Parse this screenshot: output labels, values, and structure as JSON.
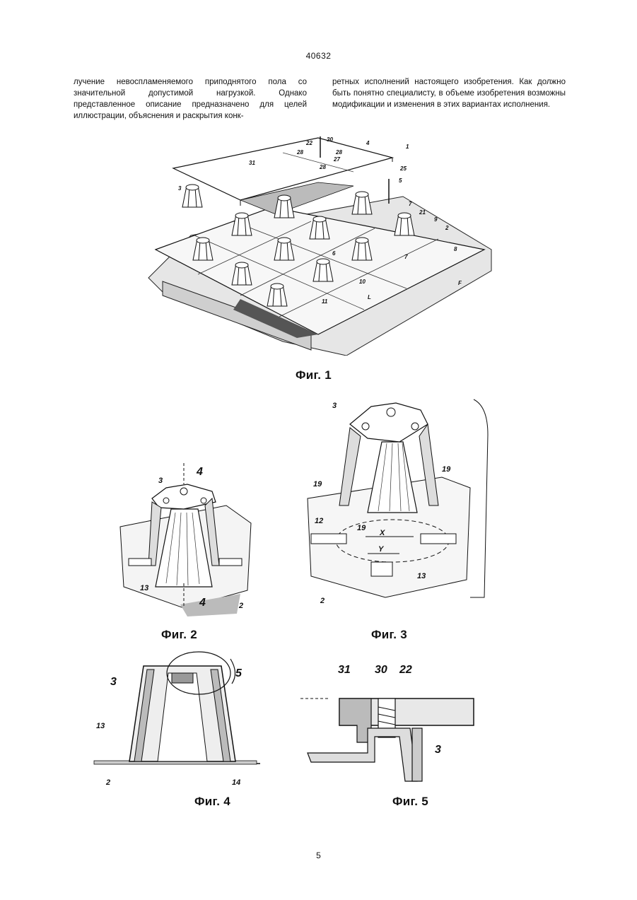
{
  "header": {
    "page_code": "40632"
  },
  "text": {
    "left_column": "лучение невоспламеняемого приподнятого пола со значительной допустимой нагрузкой. Однако представленное описание предназначено для целей иллюстрации, объяснения и раскрытия конк-",
    "right_column": "ретных исполнений настоящего изобретения. Как должно быть понятно специалисту, в объеме изобретения возможны модификации и изменения в этих вариантах исполнения."
  },
  "figures": {
    "fig1": {
      "caption": "Фиг. 1",
      "labels": {
        "l22": "22",
        "l30": "30",
        "l4": "4",
        "l1": "1",
        "l28a": "28",
        "l28b": "28",
        "l27": "27",
        "l28c": "28",
        "l31": "31",
        "l25": "25",
        "l5": "5",
        "l3": "3",
        "l7a": "7",
        "l21": "21",
        "l9": "9",
        "l2": "2",
        "l8": "8",
        "l6": "6",
        "l7b": "7",
        "l10": "10",
        "l11": "11",
        "lL": "L",
        "lF": "F"
      }
    },
    "fig2": {
      "caption": "Фиг. 2",
      "labels": {
        "l3": "3",
        "l4a": "4",
        "l4b": "4",
        "l13": "13",
        "l2": "2"
      }
    },
    "fig3": {
      "caption": "Фиг. 3",
      "labels": {
        "l3": "3",
        "l19a": "19",
        "l19b": "19",
        "l19c": "19",
        "l12": "12",
        "lX": "X",
        "lY": "Y",
        "l13": "13",
        "l2": "2"
      }
    },
    "fig4": {
      "caption": "Фиг. 4",
      "labels": {
        "l3": "3",
        "l5": "5",
        "l13": "13",
        "l2": "2",
        "l14": "14"
      }
    },
    "fig5": {
      "caption": "Фиг. 5",
      "labels": {
        "l31": "31",
        "l30": "30",
        "l22": "22",
        "l3": "3"
      }
    }
  },
  "footer": {
    "page_number": "5"
  }
}
